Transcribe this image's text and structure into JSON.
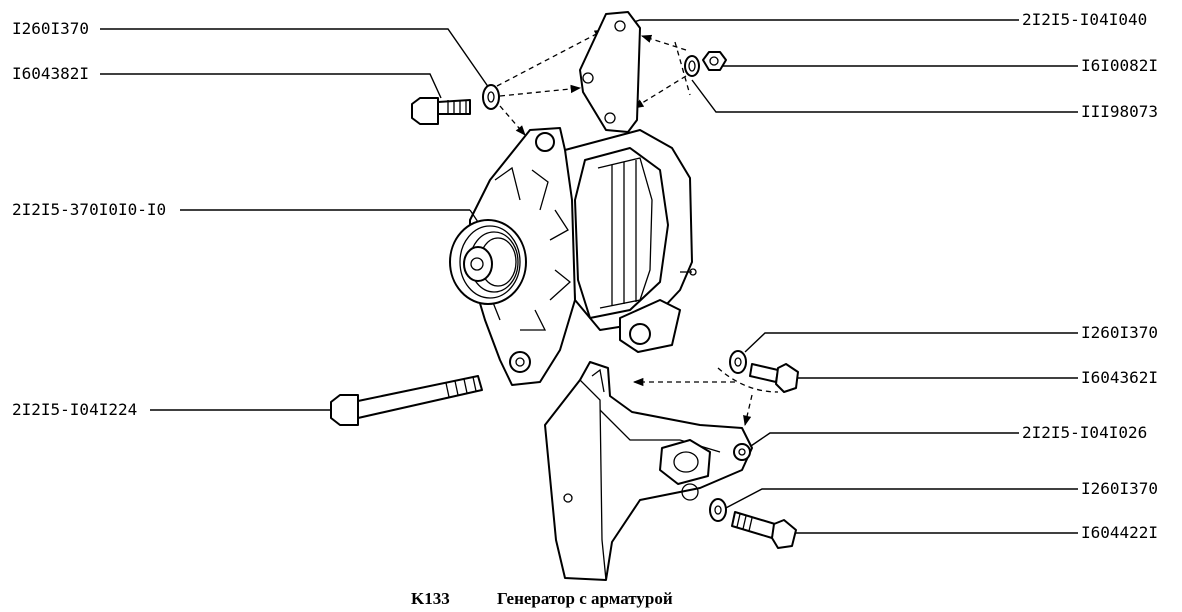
{
  "labels": {
    "l1": "I260I370",
    "l2": "I604382I",
    "l3": "2I2I5-370I0I0-I0",
    "l4": "2I2I5-I04I224",
    "r1": "2I2I5-I04I040",
    "r2": "I6I0082I",
    "r3": "III98073",
    "r4": "I260I370",
    "r5": "I604362I",
    "r6": "2I2I5-I04I026",
    "r7": "I260I370",
    "r8": "I604422I"
  },
  "caption": {
    "code": "K133",
    "title": "Генератор с арматурой"
  }
}
